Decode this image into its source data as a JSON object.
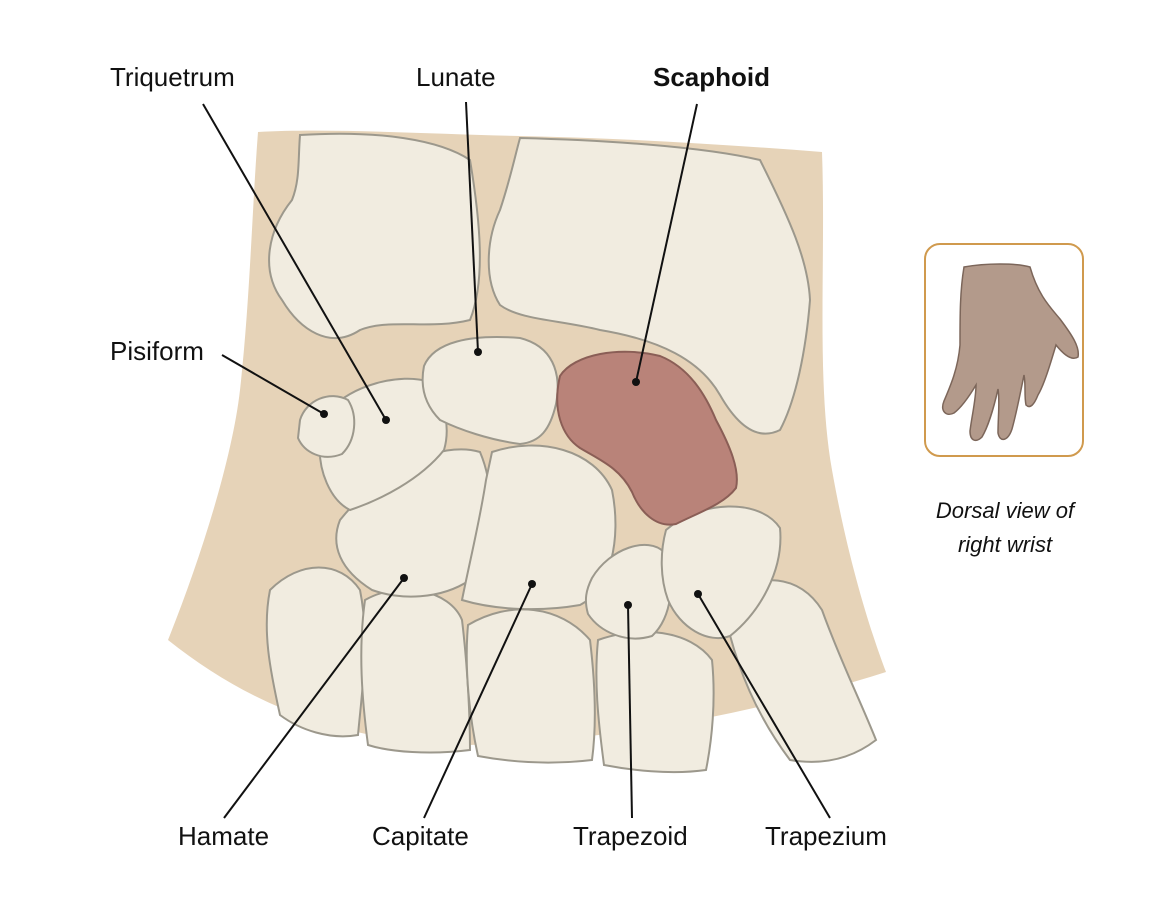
{
  "labels": {
    "triquetrum": "Triquetrum",
    "lunate": "Lunate",
    "scaphoid": "Scaphoid",
    "pisiform": "Pisiform",
    "hamate": "Hamate",
    "capitate": "Capitate",
    "trapezoid": "Trapezoid",
    "trapezium": "Trapezium"
  },
  "highlighted_bone": "Scaphoid",
  "caption": {
    "line1": "Dorsal view of",
    "line2": "right wrist"
  },
  "colors": {
    "skin": "#e6d3b8",
    "bone": "#f1ece0",
    "bone_outline": "#9c988c",
    "scaphoid_highlight": "#b98379",
    "inset_border": "#d09a4e",
    "hand_skin": "#b39a8b",
    "leader_line": "#111111"
  }
}
